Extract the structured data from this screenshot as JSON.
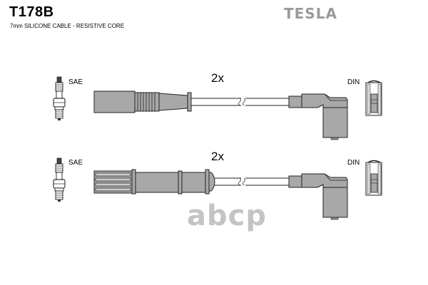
{
  "header": {
    "part_number": "T178B",
    "description": "7mm SILICONE CABLE - RESISTIVE CORE",
    "brand": "TESLA"
  },
  "rows": [
    {
      "left_label": "SAE",
      "quantity": "2x",
      "right_label": "DIN",
      "boot_style": "ribbed"
    },
    {
      "left_label": "SAE",
      "quantity": "2x",
      "right_label": "DIN",
      "boot_style": "slotted"
    }
  ],
  "watermark": "abcp",
  "colors": {
    "part_fill": "#a8a8a8",
    "outline": "#222222",
    "brand": "#9a9a9a",
    "watermark": "#c4c4c4"
  }
}
